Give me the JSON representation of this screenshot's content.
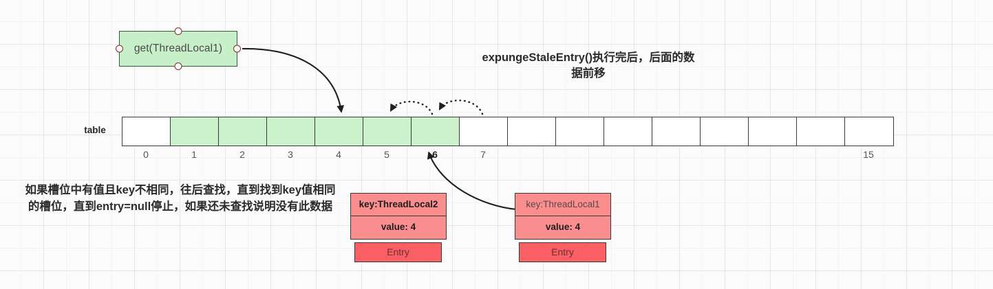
{
  "diagram": {
    "process_box": {
      "label": "get(ThreadLocal1)"
    },
    "notes": {
      "top": "expungeStaleEntry()执行完后，后面的数据前移",
      "left": "如果槽位中有值且key不相同，往后查找，直到找到key值相同的槽位，直到entry=null停止，如果还未查找说明没有此数据"
    },
    "table": {
      "label": "table",
      "cells": [
        {
          "index": "0",
          "filled": false,
          "index_bold": false
        },
        {
          "index": "1",
          "filled": true,
          "index_bold": false
        },
        {
          "index": "2",
          "filled": true,
          "index_bold": false
        },
        {
          "index": "3",
          "filled": true,
          "index_bold": false
        },
        {
          "index": "4",
          "filled": true,
          "index_bold": false
        },
        {
          "index": "5",
          "filled": true,
          "index_bold": false
        },
        {
          "index": "6",
          "filled": true,
          "index_bold": true
        },
        {
          "index": "7",
          "filled": false,
          "index_bold": false
        },
        {
          "index": "",
          "filled": false,
          "index_bold": false
        },
        {
          "index": "",
          "filled": false,
          "index_bold": false
        },
        {
          "index": "",
          "filled": false,
          "index_bold": false
        },
        {
          "index": "",
          "filled": false,
          "index_bold": false
        },
        {
          "index": "",
          "filled": false,
          "index_bold": false
        },
        {
          "index": "",
          "filled": false,
          "index_bold": false
        },
        {
          "index": "",
          "filled": false,
          "index_bold": false
        },
        {
          "index": "15",
          "filled": false,
          "index_bold": false
        }
      ]
    },
    "entries": [
      {
        "key": "key:ThreadLocal2",
        "value": "value: 4",
        "footer": "Entry"
      },
      {
        "key": "key:ThreadLocal1",
        "value": "value: 4",
        "footer": "Entry"
      }
    ],
    "colors": {
      "process_fill": "#c8f0c8",
      "process_stroke": "#2f5d31",
      "cell_filled": "#ccf2cc",
      "entry_fill": "#fa8e8e",
      "entry_footer_fill": "#fa5f63",
      "stroke": "#3a3a3a",
      "handle_stroke": "#8a2420"
    }
  }
}
